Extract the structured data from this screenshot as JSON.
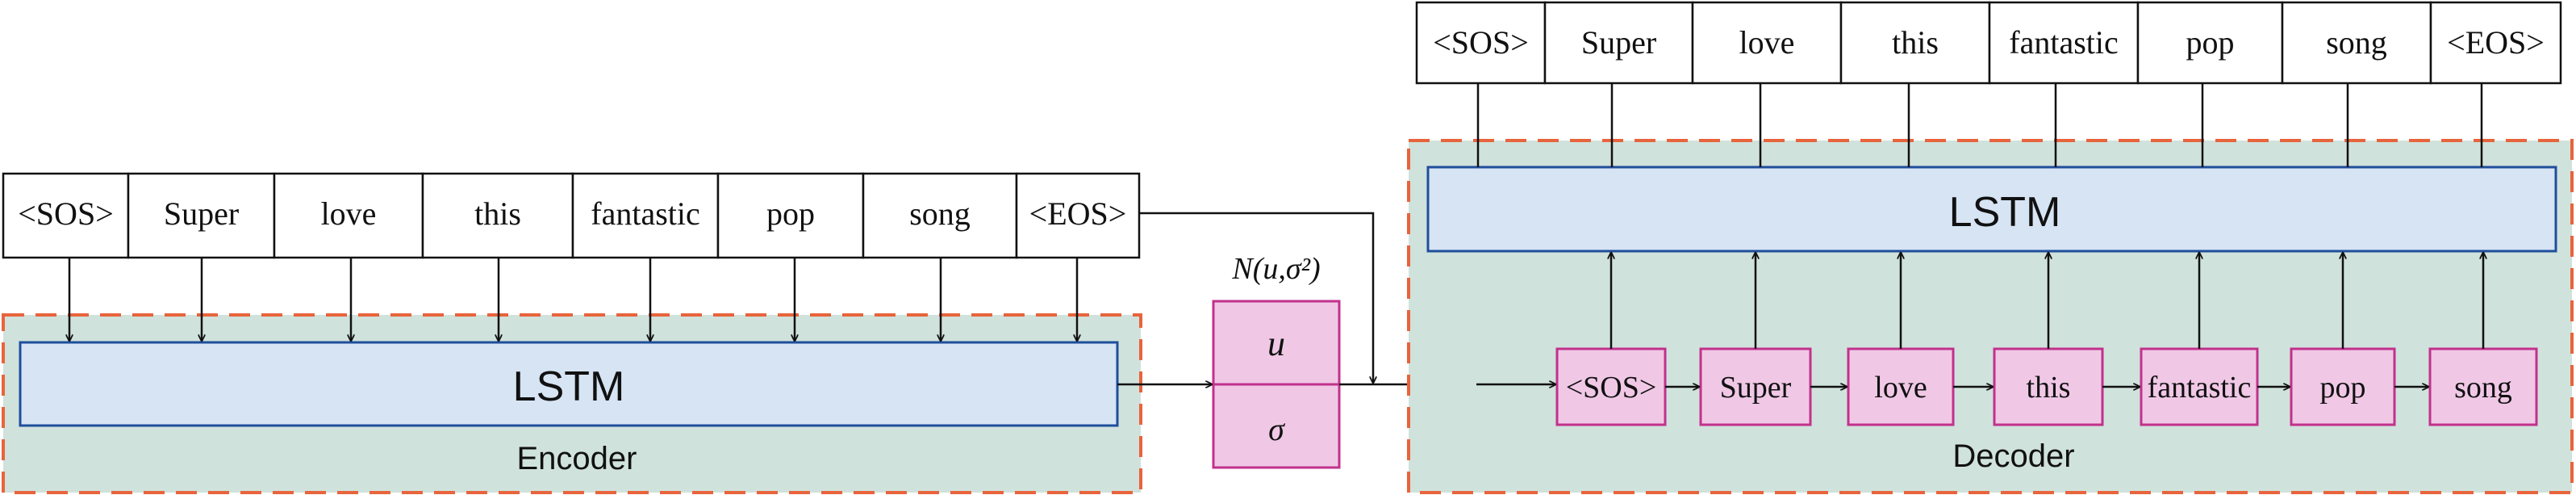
{
  "encoder": {
    "tokens": [
      "<SOS>",
      "Super",
      "love",
      "this",
      "fantastic",
      "pop",
      "song",
      "<EOS>"
    ],
    "lstm_label": "LSTM",
    "label": "Encoder"
  },
  "latent": {
    "distribution_label": "N(u,σ²)",
    "mean_label": "u",
    "std_label": "σ"
  },
  "decoder": {
    "output_tokens": [
      "<SOS>",
      "Super",
      "love",
      "this",
      "fantastic",
      "pop",
      "song",
      "<EOS>"
    ],
    "input_tokens": [
      "<SOS>",
      "Super",
      "love",
      "this",
      "fantastic",
      "pop",
      "song"
    ],
    "lstm_label": "LSTM",
    "label": "Decoder"
  },
  "colors": {
    "panel_fill": "#d0e2dc",
    "panel_border": "#e8643c",
    "lstm_fill": "#d6e4f4",
    "lstm_border": "#1f4e9b",
    "token_fill": "#f0c8e6",
    "token_border": "#c2318c"
  }
}
